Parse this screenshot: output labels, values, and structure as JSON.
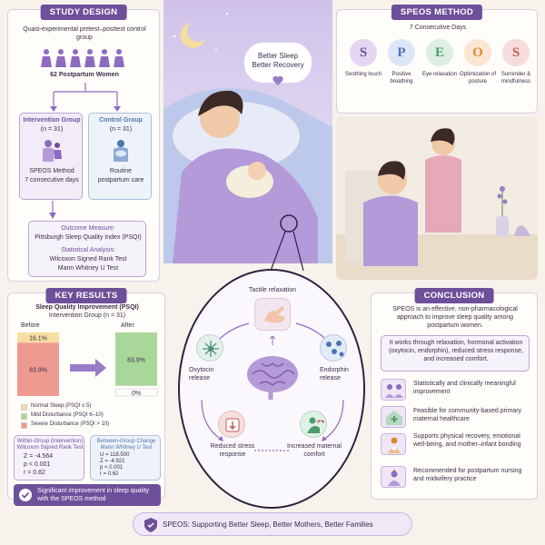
{
  "study": {
    "title": "STUDY DESIGN",
    "design": "Quasi-experimental pretest–posttest control group",
    "participants": "62 Postpartum Women",
    "intervention": {
      "title": "Intervention Group",
      "n": "(n = 31)",
      "desc1": "SPEOS Method",
      "desc2": "7 consecutive days"
    },
    "control": {
      "title": "Control Group",
      "n": "(n = 31)",
      "desc1": "Routine",
      "desc2": "postpartum care"
    },
    "outcome_title": "Outcome Measure:",
    "outcome_value": "Pittsburgh Sleep Quality Index (PSQI)",
    "analysis_title": "Statistical Analysis:",
    "analysis_1": "Wilcoxon Signed Rank Test",
    "analysis_2": "Mann Whitney U Test"
  },
  "hero": {
    "bubble_1": "Better Sleep",
    "bubble_2": "Better Recovery"
  },
  "method": {
    "title": "SPEOS METHOD",
    "subtitle": "7 Consecutive Days",
    "items": [
      {
        "letter": "S",
        "label": "Soothing touch",
        "color": "#e4d6f3",
        "text": "#6e4f9a"
      },
      {
        "letter": "P",
        "label": "Positive breathing",
        "color": "#dbe7f7",
        "text": "#4f74b0"
      },
      {
        "letter": "E",
        "label": "Eye relaxation",
        "color": "#dcefe2",
        "text": "#4f9a6a"
      },
      {
        "letter": "O",
        "label": "Optimization of posture",
        "color": "#fbe6d2",
        "text": "#d98a3c"
      },
      {
        "letter": "S",
        "label": "Surrender & mindfulness",
        "color": "#f7dcdc",
        "text": "#c05a5a"
      }
    ]
  },
  "results": {
    "title": "KEY RESULTS",
    "chart_title_1": "Sleep Quality Improvement (PSQI)",
    "chart_title_2": "Intervention Group (n = 31)",
    "before_label": "Before",
    "after_label": "After",
    "legend": [
      {
        "label": "Normal Sleep (PSQI ≤ 5)",
        "color": "#f6dfa0"
      },
      {
        "label": "Mild Disturbance (PSQI 6–10)",
        "color": "#a9d79a"
      },
      {
        "label": "Severe Disturbance (PSQI > 10)",
        "color": "#ee9a90"
      }
    ],
    "within": {
      "title_1": "Within-Group (Intervention)",
      "title_2": "Wilcoxon Signed Rank Test",
      "z": "Z = -4.564",
      "p": "p < 0.001",
      "r": "r = 0.82"
    },
    "between": {
      "title_1": "Between-Group Change",
      "title_2": "Mann Whitney U Test",
      "u": "U = 118.500",
      "z": "Z = -4.921",
      "p": "p < 0.001",
      "r": "r = 0.62"
    },
    "banner_1": "Significant improvement in sleep quality",
    "banner_2": "with the SPEOS method"
  },
  "chart_data": {
    "type": "bar",
    "title": "Sleep Quality Improvement (PSQI)",
    "categories": [
      "Before",
      "After"
    ],
    "series": [
      {
        "name": "Normal Sleep (PSQI ≤ 5)",
        "values": [
          16.1,
          0
        ]
      },
      {
        "name": "Mild Disturbance (PSQI 6–10)",
        "values": [
          0,
          83.9
        ]
      },
      {
        "name": "Severe Disturbance (PSQI > 10)",
        "values": [
          83.9,
          0
        ]
      }
    ],
    "labels": {
      "before_top": "16.1%",
      "before_bottom": "83.9%",
      "after_top": "83.9%",
      "after_bottom": "0%"
    }
  },
  "mechanism": {
    "top": "Tactile relaxation",
    "left_1": "Oxytocin",
    "left_2": "release",
    "right_1": "Endorphin",
    "right_2": "release",
    "bottom_left_1": "Reduced stress",
    "bottom_left_2": "response",
    "bottom_right_1": "Increased maternal",
    "bottom_right_2": "comfort"
  },
  "conclusion": {
    "title": "CONCLUSION",
    "text_1": "SPEOS is an effective, non-pharmacological approach to improve sleep quality among postpartum women.",
    "text_2": "It works through relaxation, hormonal activation (oxytocin, endorphin), reduced stress response, and increased comfort.",
    "items": [
      "Statistically and clinically meaningful improvement",
      "Feasible for community-based primary maternal healthcare",
      "Supports physical recovery, emotional well-being, and mother–infant bonding",
      "Recommended for postpartum nursing and midwifery practice"
    ]
  },
  "footer": {
    "text": "SPEOS: Supporting Better Sleep, Better Mothers, Better Families"
  },
  "colors": {
    "accent": "#6e4f9a",
    "lavender": "#b9a7d3",
    "background": "#f7f3ec"
  }
}
